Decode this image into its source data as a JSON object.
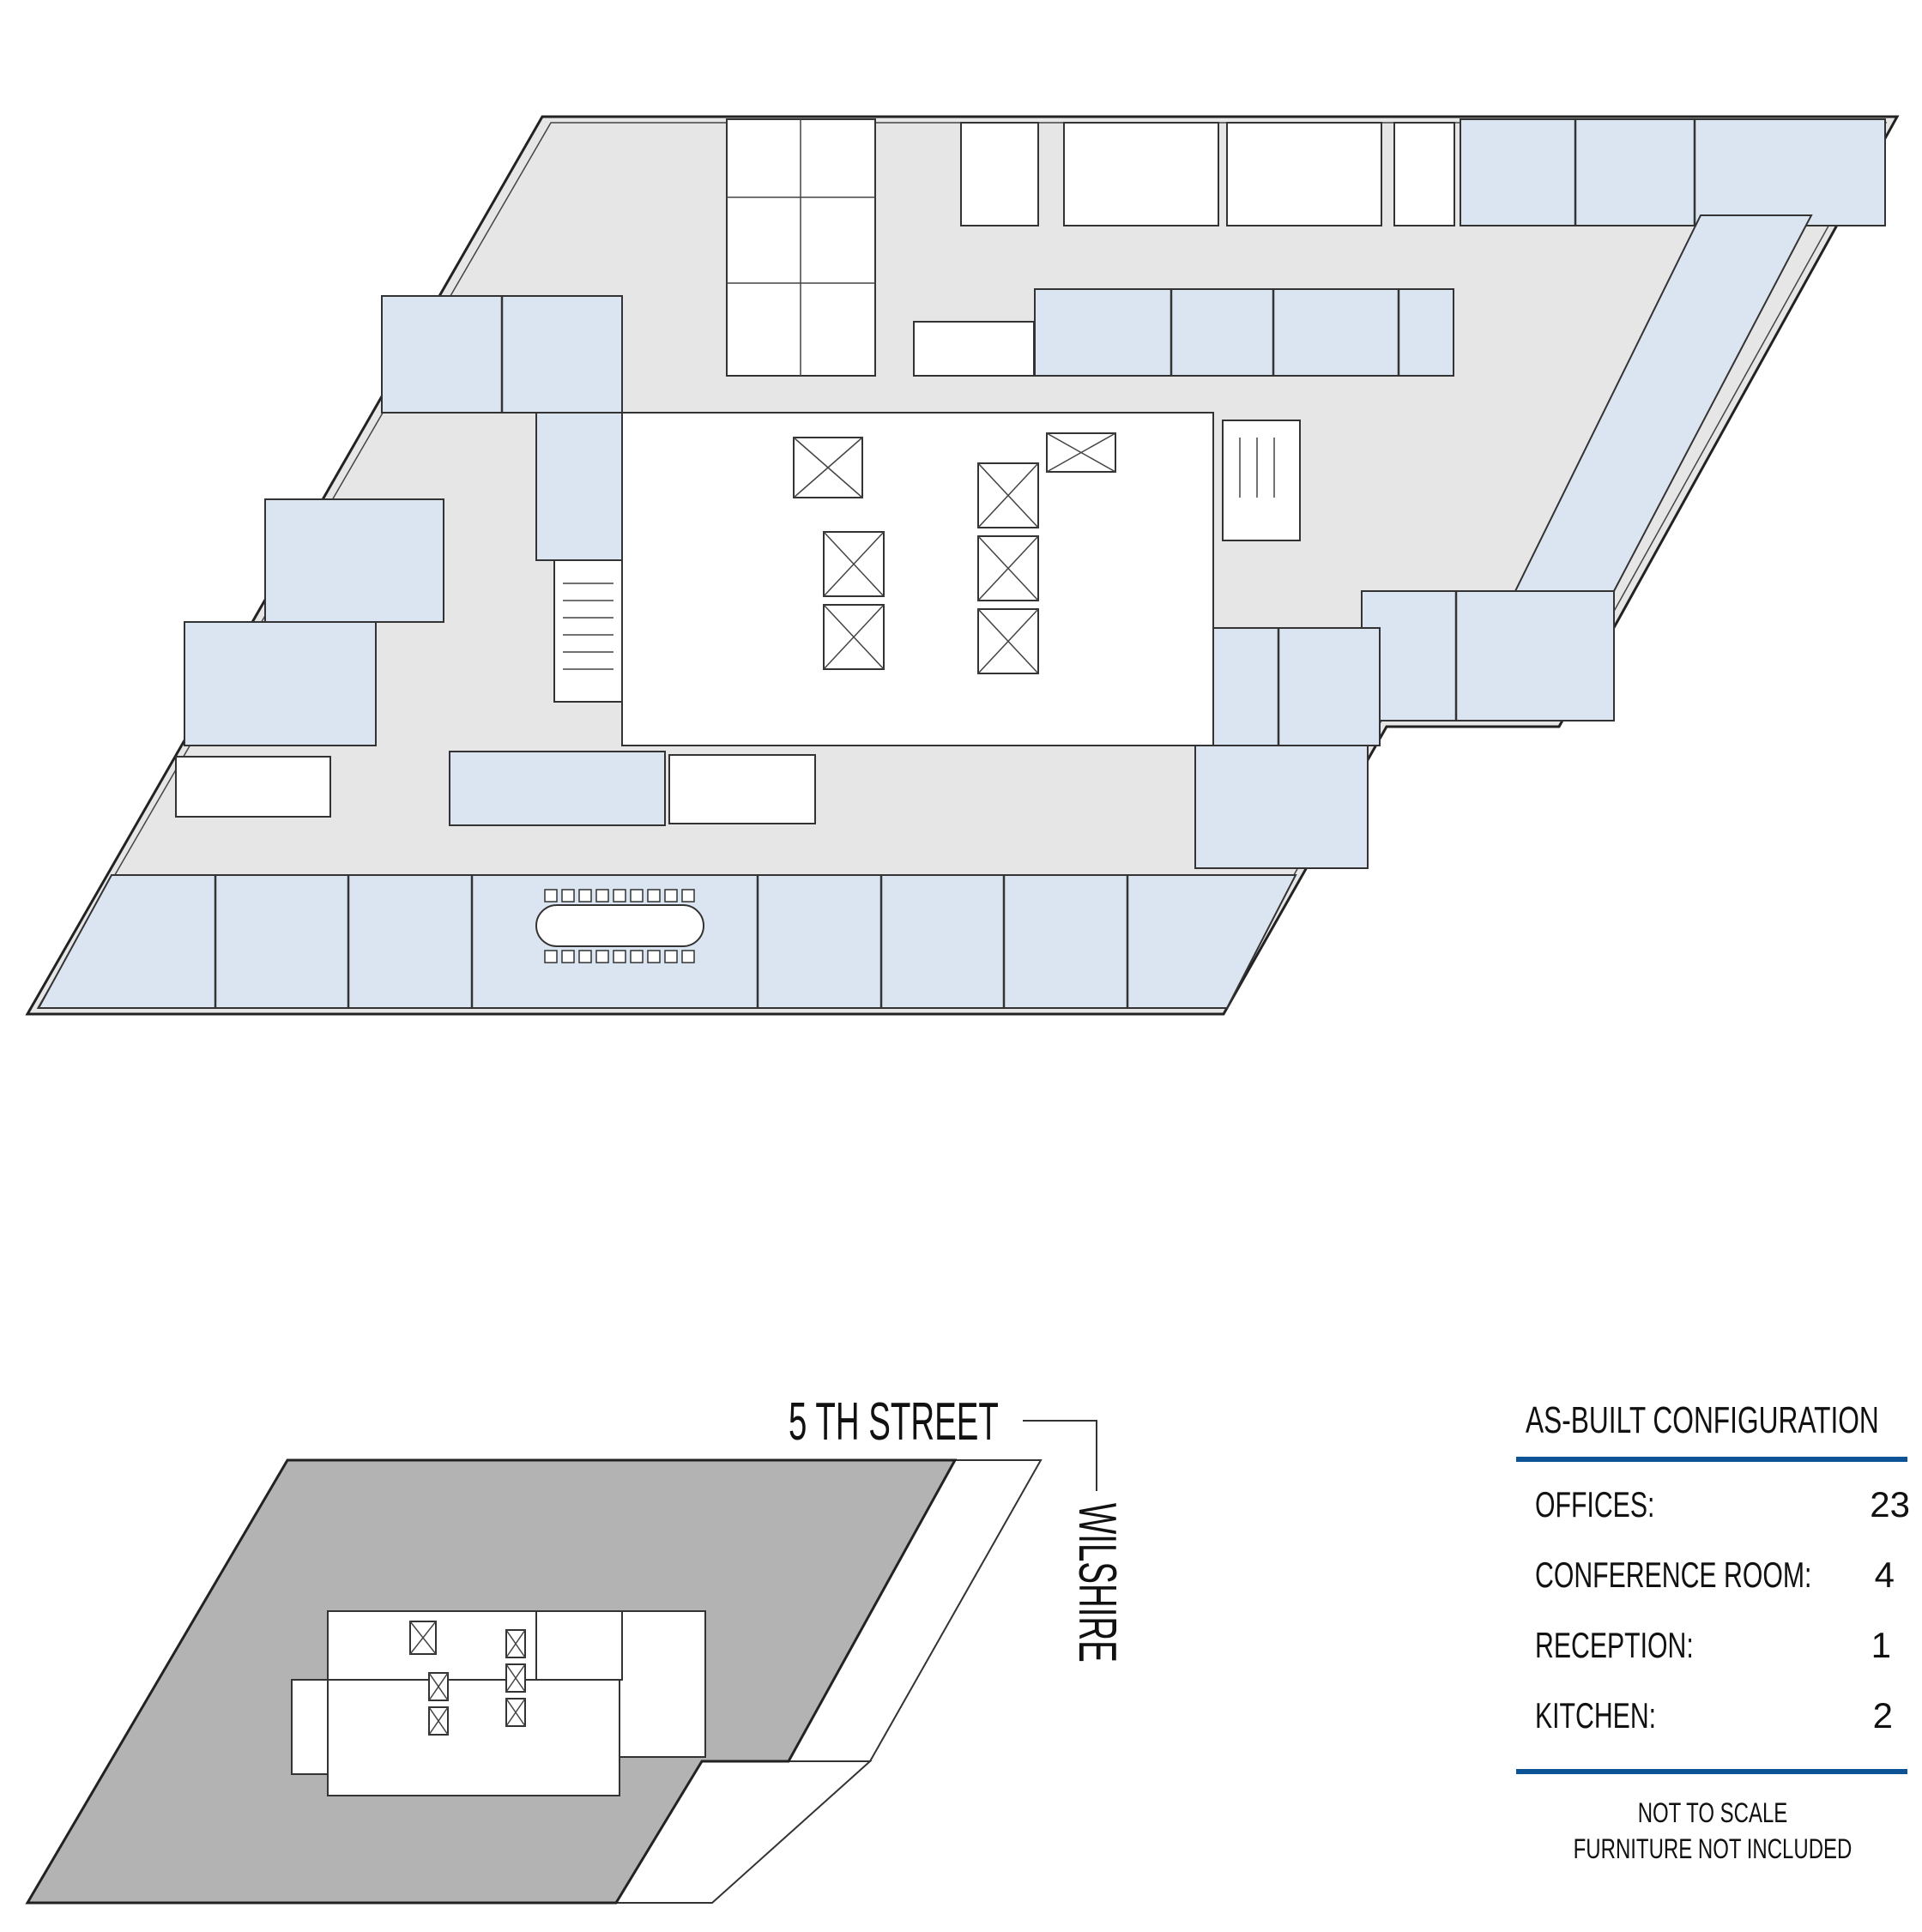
{
  "plan": {
    "streets": {
      "north": "5 TH STREET",
      "east": "WILSHIRE"
    }
  },
  "legend": {
    "title": "AS-BUILT CONFIGURATION",
    "rows": [
      {
        "label": "OFFICES:",
        "value": "23"
      },
      {
        "label": "CONFERENCE ROOM:",
        "value": "4"
      },
      {
        "label": "RECEPTION:",
        "value": "1"
      },
      {
        "label": "KITCHEN:",
        "value": "2"
      }
    ],
    "notes": [
      "NOT TO SCALE",
      "FURNITURE NOT INCLUDED"
    ],
    "accent": "#0b5394"
  },
  "colors": {
    "corridor": "#e6e6e6",
    "office": "#dbe5f1",
    "key_plan_floor": "#b3b3b3"
  }
}
